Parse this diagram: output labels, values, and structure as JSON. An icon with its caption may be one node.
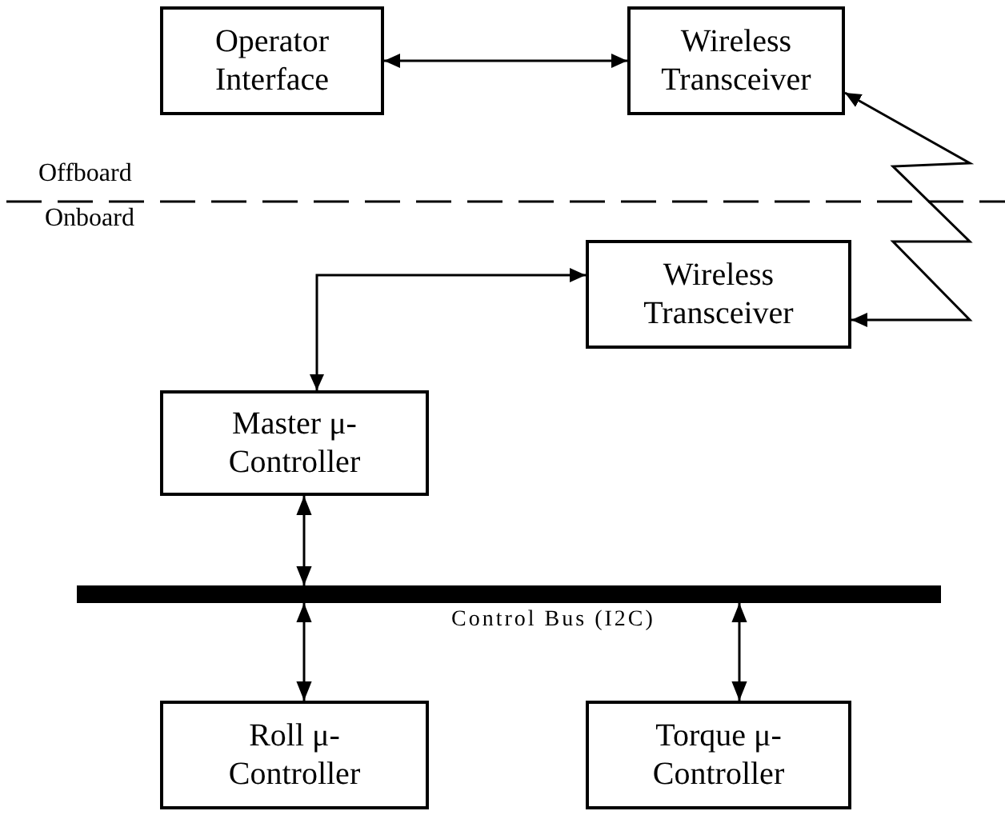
{
  "diagram": {
    "nodes": [
      {
        "text": [
          "Operator Interface"
        ]
      },
      {
        "text": [
          "Wireless Transceiver"
        ]
      },
      {
        "text": [
          "Wireless Transceiver"
        ]
      },
      {
        "text": [
          "Master μ-Controller"
        ]
      },
      {
        "text": [],
        "shape": "bar",
        "beside": [
          "Control Bus (I2C)"
        ]
      },
      {
        "text": [
          "Roll μ-Controller"
        ]
      },
      {
        "text": [
          "Torque μ-Controller"
        ]
      }
    ],
    "edges": [
      {
        "from": 0,
        "to": 1,
        "arrow": "both"
      },
      {
        "from": 1,
        "to": 2,
        "arrow": "both"
      },
      {
        "from": 2,
        "to": 3,
        "arrow": "both"
      },
      {
        "from": 3,
        "to": 4,
        "arrow": "both"
      },
      {
        "from": 4,
        "to": 5,
        "arrow": "both"
      },
      {
        "from": 4,
        "to": 6,
        "arrow": "both"
      }
    ],
    "labels": [
      "Offboard",
      "Onboard"
    ]
  }
}
